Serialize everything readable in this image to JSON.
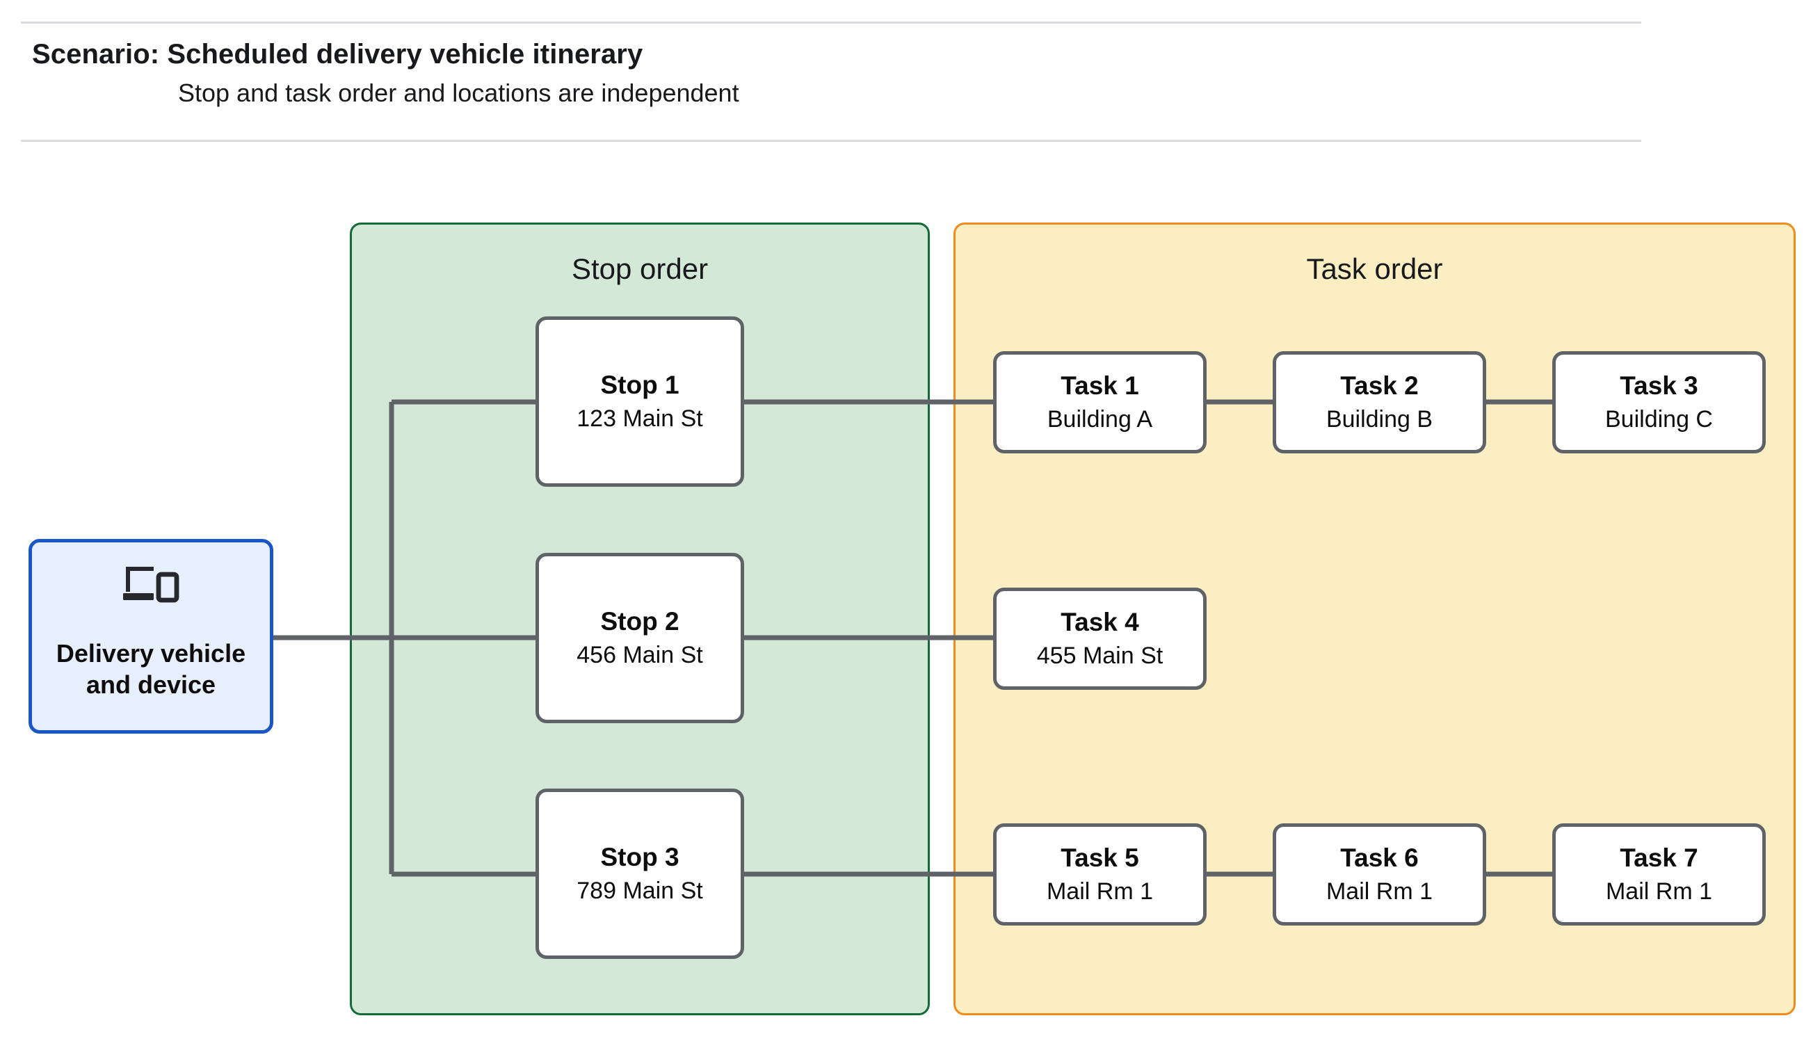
{
  "header": {
    "title": "Scenario: Scheduled delivery vehicle itinerary",
    "subtitle": "Stop and task order and locations are independent"
  },
  "vehicle": {
    "icon": "devices-icon",
    "label": "Delivery vehicle\nand device"
  },
  "panels": {
    "stop": {
      "title": "Stop order",
      "fill": "#d3e8d6",
      "border": "#136b37"
    },
    "task": {
      "title": "Task order",
      "fill": "#fceec3",
      "border": "#f08c1b"
    }
  },
  "stops": [
    {
      "title": "Stop 1",
      "location": "123 Main St"
    },
    {
      "title": "Stop 2",
      "location": "456 Main St"
    },
    {
      "title": "Stop 3",
      "location": "789 Main St"
    }
  ],
  "tasks": [
    {
      "title": "Task 1",
      "location": "Building A"
    },
    {
      "title": "Task 2",
      "location": "Building B"
    },
    {
      "title": "Task 3",
      "location": "Building C"
    },
    {
      "title": "Task 4",
      "location": "455 Main St"
    },
    {
      "title": "Task 5",
      "location": "Mail Rm 1"
    },
    {
      "title": "Task 6",
      "location": "Mail Rm 1"
    },
    {
      "title": "Task 7",
      "location": "Mail Rm 1"
    }
  ],
  "colors": {
    "connector": "#5f6368",
    "node_border": "#5f6368",
    "vehicle_border": "#1a56c8",
    "vehicle_fill": "#e8effc",
    "rule": "#dadce0"
  }
}
